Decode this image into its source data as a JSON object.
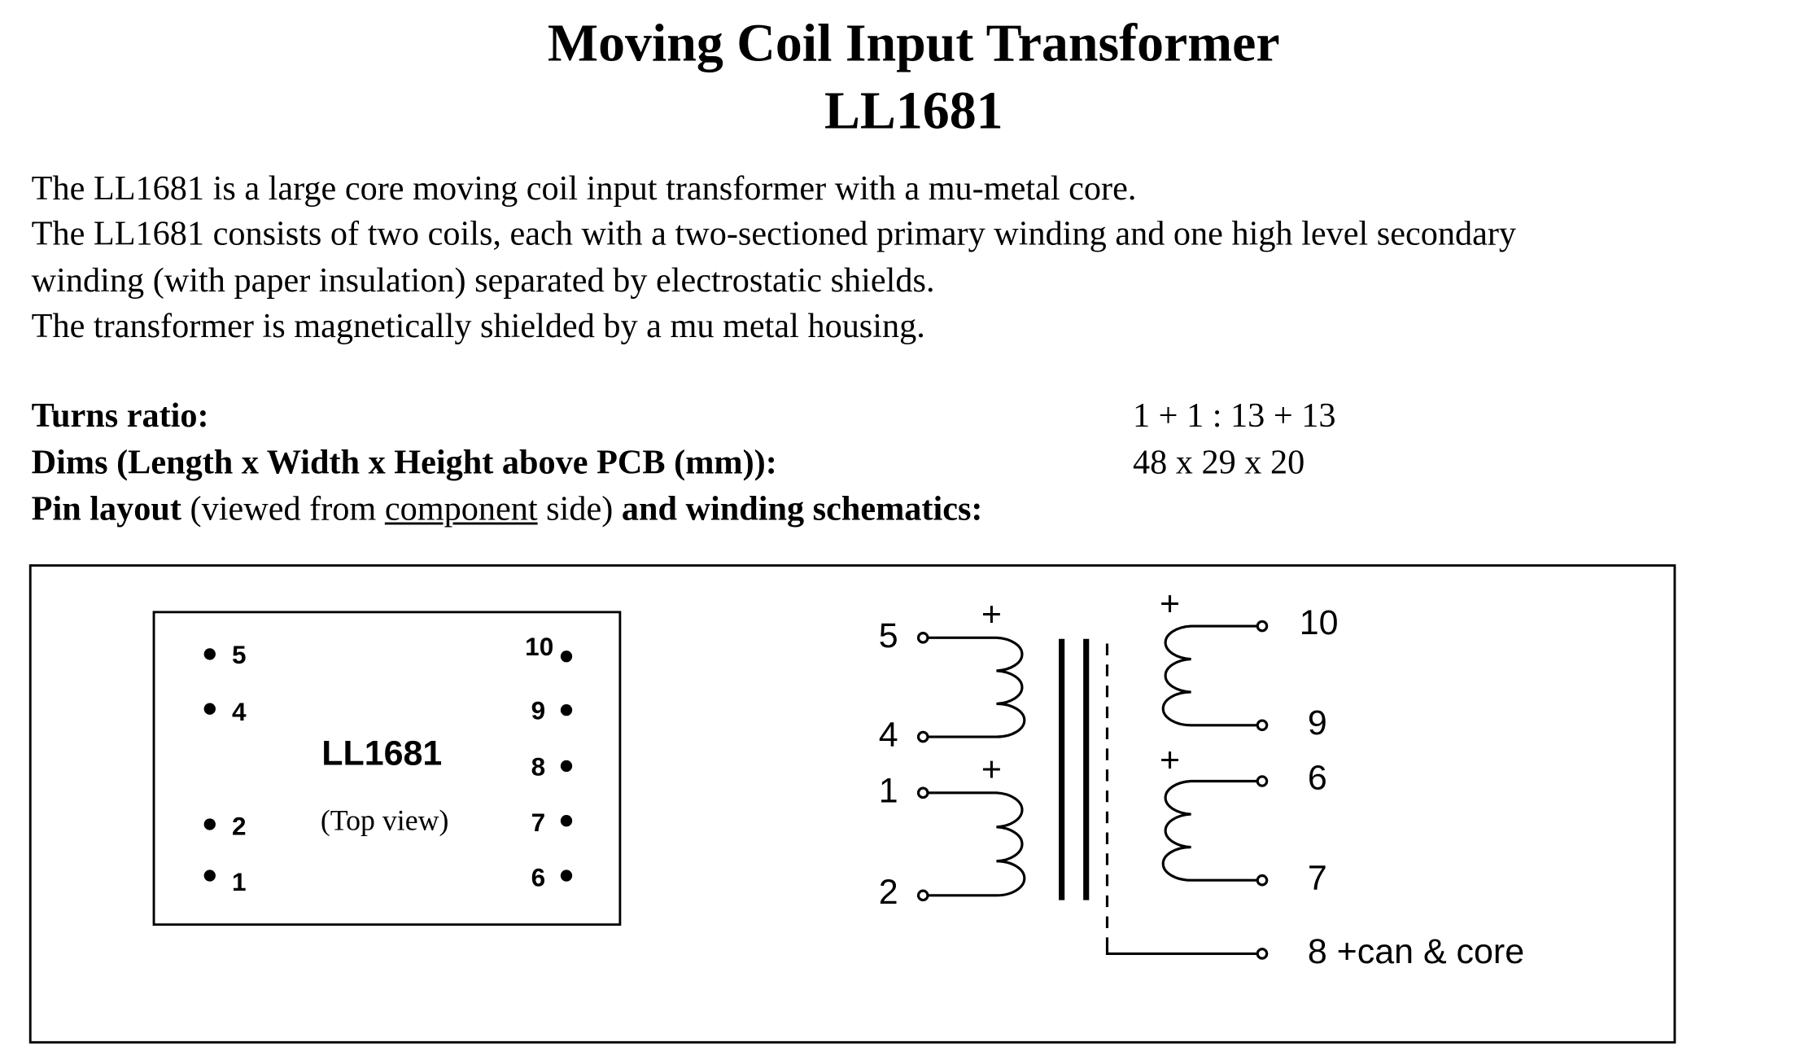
{
  "title": {
    "line1": "Moving Coil Input Transformer",
    "line2": "LL1681"
  },
  "description": [
    "The LL1681 is a large core moving coil input transformer with a mu-metal core.",
    "The LL1681 consists of two coils, each with a two-sectioned primary winding and one high level secondary",
    "winding (with paper insulation) separated by electrostatic shields.",
    "The transformer is magnetically shielded by a mu metal housing."
  ],
  "specs": {
    "turns_ratio_label": "Turns ratio:",
    "turns_ratio_value": "1 + 1 : 13 + 13",
    "dims_label": "Dims (Length x Width x Height above PCB (mm)):",
    "dims_value": "48 x 29 x 20",
    "pin_layout": {
      "bold1": "Pin layout",
      "normal1": " (viewed from ",
      "underlined": "component",
      "normal2": " side)",
      "bold2": " and winding schematics:"
    }
  },
  "pin_layout": {
    "model": "LL1681",
    "view": "(Top view)",
    "left_pins": [
      "5",
      "4",
      "2",
      "1"
    ],
    "right_pins": [
      "10",
      "9",
      "8",
      "7",
      "6"
    ]
  },
  "schematic": {
    "primary_pins": [
      "5",
      "4",
      "1",
      "2"
    ],
    "secondary_pins": [
      "10",
      "9",
      "6",
      "7"
    ],
    "polarity_mark": "+",
    "shield_pin": "8 +can & core"
  }
}
